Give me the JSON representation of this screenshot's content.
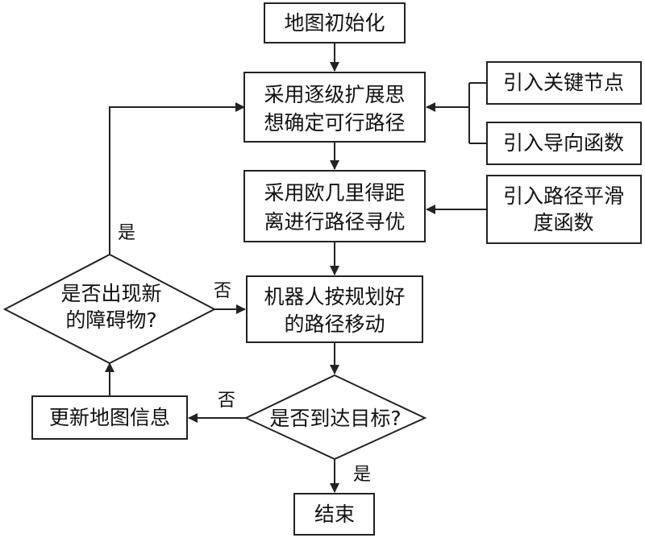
{
  "nodes": {
    "init": "地图初始化",
    "plan": [
      "采用逐级扩展思",
      "想确定可行路径"
    ],
    "key_nodes": "引入关键节点",
    "guide_func": "引入导向函数",
    "optimize": [
      "采用欧几里得距",
      "离进行路径寻优"
    ],
    "smooth": [
      "引入路径平滑",
      "度函数"
    ],
    "move": [
      "机器人按规划好",
      "的路径移动"
    ],
    "obstacle_q": [
      "是否出现新",
      "的障碍物?"
    ],
    "goal_q": "是否到达目标?",
    "update_map": "更新地图信息",
    "end": "结束"
  },
  "edge_labels": {
    "obstacle_yes": "是",
    "obstacle_no": "否",
    "goal_no": "否",
    "goal_yes": "是"
  }
}
